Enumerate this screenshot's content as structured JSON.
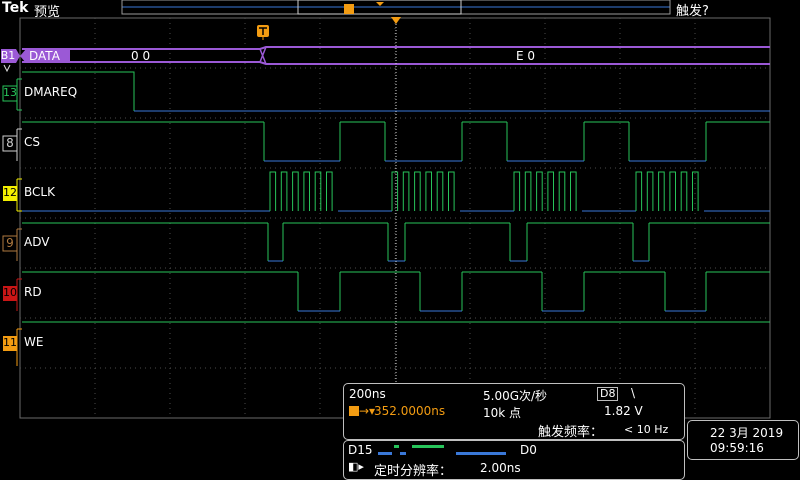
{
  "header": {
    "brand": "Tek",
    "mode": "预览",
    "trigger_status": "触发?"
  },
  "bus": {
    "label": "DATA",
    "badge": "B1",
    "values": [
      "0 0",
      "E 0"
    ]
  },
  "channels": [
    {
      "id": "13",
      "label": "DMAREQ"
    },
    {
      "id": "8",
      "label": "CS"
    },
    {
      "id": "12",
      "label": "BCLK"
    },
    {
      "id": "9",
      "label": "ADV"
    },
    {
      "id": "10",
      "label": "RD"
    },
    {
      "id": "11",
      "label": "WE"
    }
  ],
  "acquisition": {
    "timebase": "200ns",
    "sample_rate": "5.00G次/秒",
    "trigger_source": "D8",
    "trigger_slope": "\\",
    "trigger_position": "352.0000ns",
    "record_length": "10k 点",
    "trigger_level": "1.82 V",
    "trigger_freq_label": "触发频率：",
    "trigger_freq_value": "< 10 Hz"
  },
  "digital": {
    "high_label": "D15",
    "low_label": "D0",
    "resolution_label": "定时分辨率：",
    "resolution_value": "2.00ns"
  },
  "clock": {
    "date": "22 3月 2019",
    "time": "09:59:16"
  },
  "colors": {
    "grid": "#5a5a5a",
    "bus": "#9b59d6",
    "high": "#27c45a",
    "low": "#3a78d8",
    "trigger": "#f39c12"
  }
}
